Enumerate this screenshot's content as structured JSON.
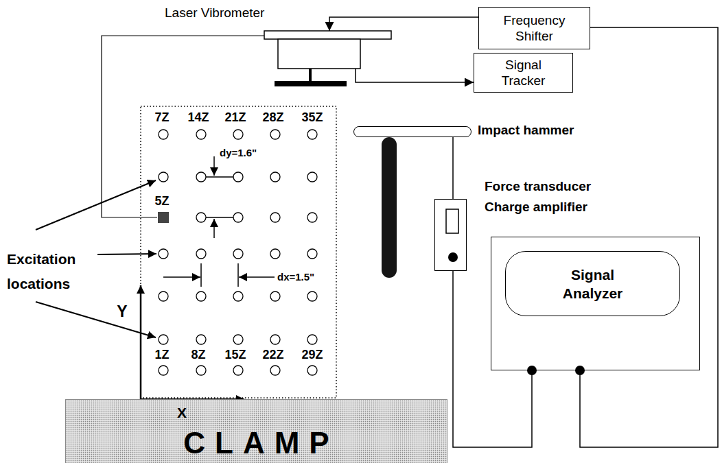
{
  "diagram": {
    "nodes": [
      {
        "text": [
          "Laser Vibrometer"
        ]
      },
      {
        "text": [
          "Frequency Shifter"
        ]
      },
      {
        "text": [
          "Signal Tracker"
        ]
      },
      {
        "text": [
          "Impact hammer"
        ]
      },
      {
        "text": [
          "Force transducer Charge amplifier"
        ]
      },
      {
        "text": [
          "Signal Analyzer"
        ]
      },
      {
        "text": [
          "CLAMP"
        ]
      }
    ],
    "edges": [
      {
        "from": 1,
        "to": 0,
        "arrow": "to"
      },
      {
        "from": 0,
        "to": 2,
        "arrow": "to"
      },
      {
        "from": 1,
        "to": 5,
        "arrow": "none"
      },
      {
        "from": 3,
        "to": 4,
        "arrow": "none"
      },
      {
        "from": 4,
        "to": 5,
        "arrow": "none"
      }
    ],
    "labels": [
      "7Z",
      "14Z",
      "21Z",
      "28Z",
      "35Z",
      "dy=1.6\"",
      "5Z",
      "dx=1.5\"",
      "Excitation locations",
      "Y",
      "1Z",
      "8Z",
      "15Z",
      "22Z",
      "29Z",
      "X"
    ]
  }
}
